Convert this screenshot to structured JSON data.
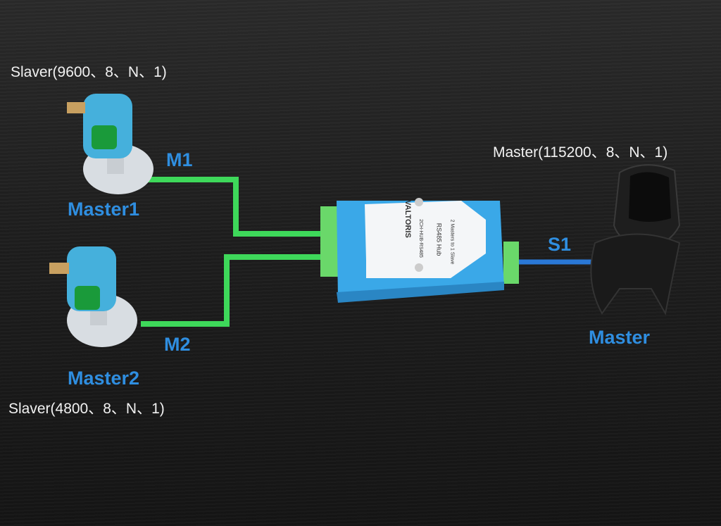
{
  "slave1_config": "Slaver(9600、8、N、1)",
  "slave2_config": "Slaver(4800、8、N、1)",
  "master_config": "Master(115200、8、N、1)",
  "labels": {
    "m1": "M1",
    "m2": "M2",
    "s1": "S1",
    "master1": "Master1",
    "master2": "Master2",
    "master": "Master"
  },
  "device": {
    "brand": "VALTORIS",
    "model": "2CH-HUB-RS485",
    "name": "RS485 Hub",
    "subtitle": "2 Masters to 1 Slave"
  },
  "colors": {
    "label": "#2f8ee0",
    "green_cable": "#3ed85a",
    "blue_cable": "#2a78d6",
    "device": "#3aa8e8"
  }
}
